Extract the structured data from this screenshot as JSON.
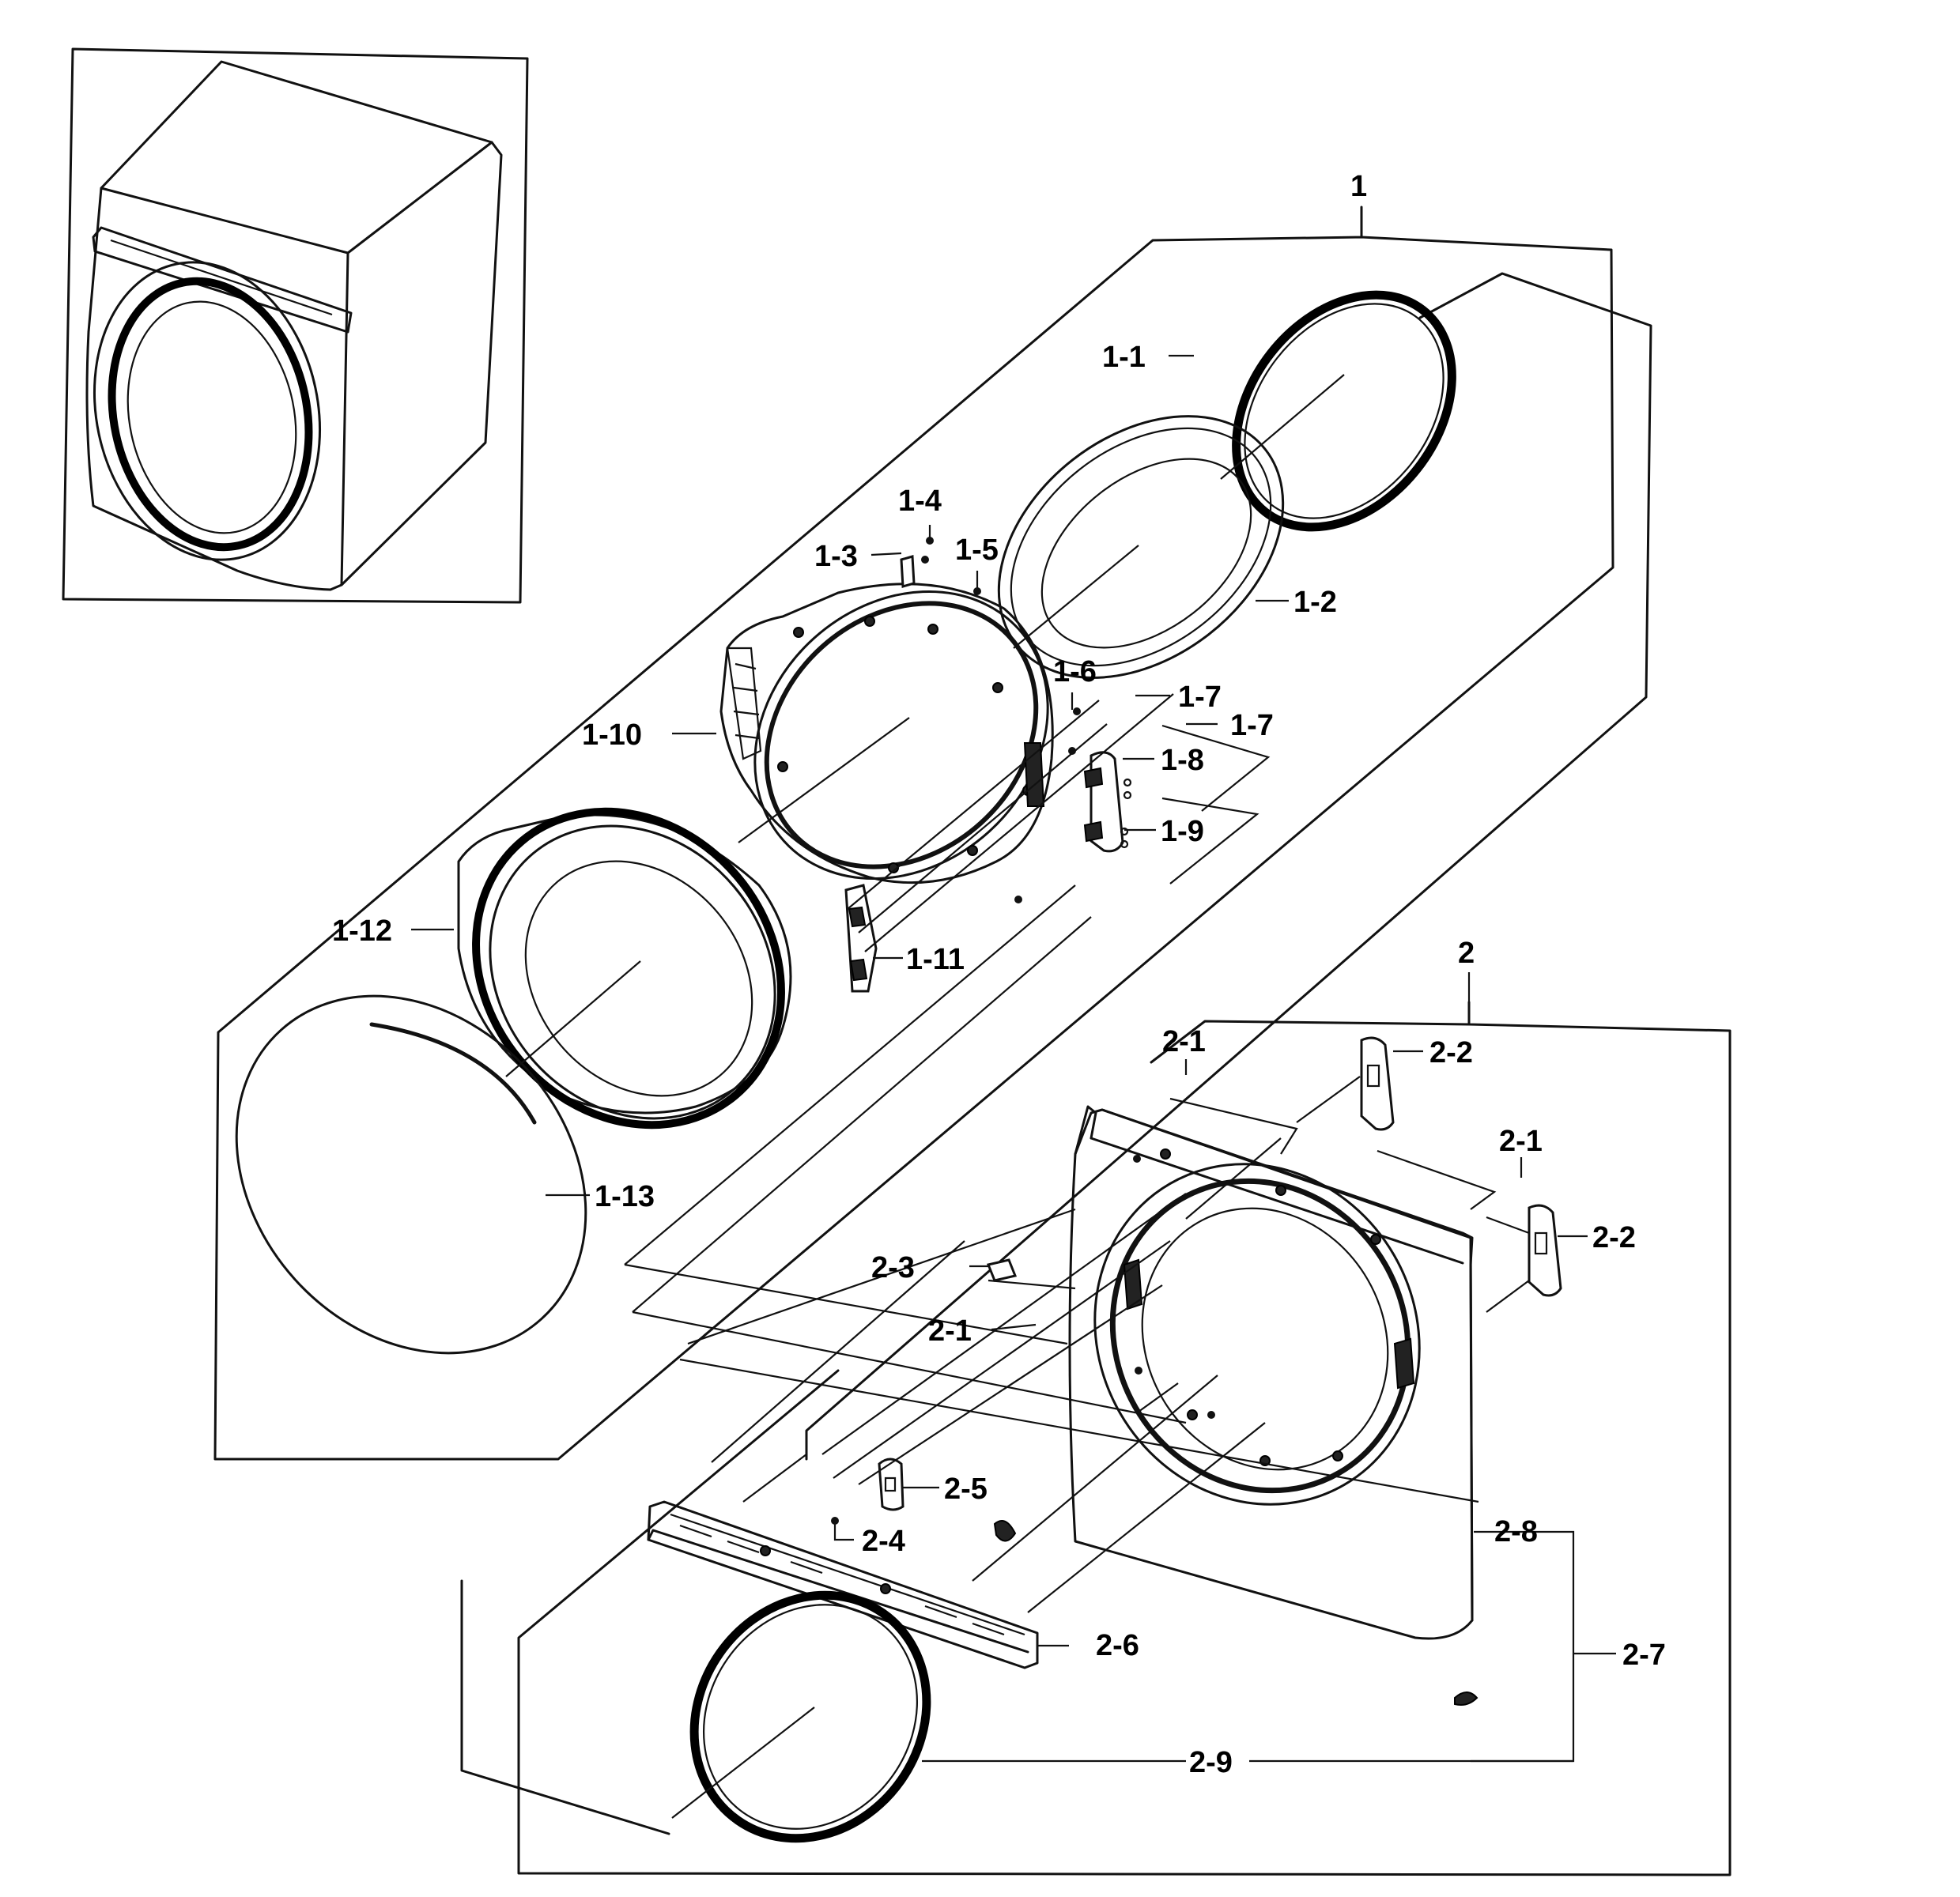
{
  "labels": {
    "assembly_1": "1",
    "p1_1": "1-1",
    "p1_2": "1-2",
    "p1_3": "1-3",
    "p1_4": "1-4",
    "p1_5": "1-5",
    "p1_6": "1-6",
    "p1_7a": "1-7",
    "p1_7b": "1-7",
    "p1_8": "1-8",
    "p1_9": "1-9",
    "p1_10": "1-10",
    "p1_11": "1-11",
    "p1_12": "1-12",
    "p1_13": "1-13",
    "assembly_2": "2",
    "p2_1a": "2-1",
    "p2_1b": "2-1",
    "p2_1c": "2-1",
    "p2_2a": "2-2",
    "p2_2b": "2-2",
    "p2_3": "2-3",
    "p2_4": "2-4",
    "p2_5": "2-5",
    "p2_6": "2-6",
    "p2_7": "2-7",
    "p2_8": "2-8",
    "p2_9": "2-9"
  }
}
